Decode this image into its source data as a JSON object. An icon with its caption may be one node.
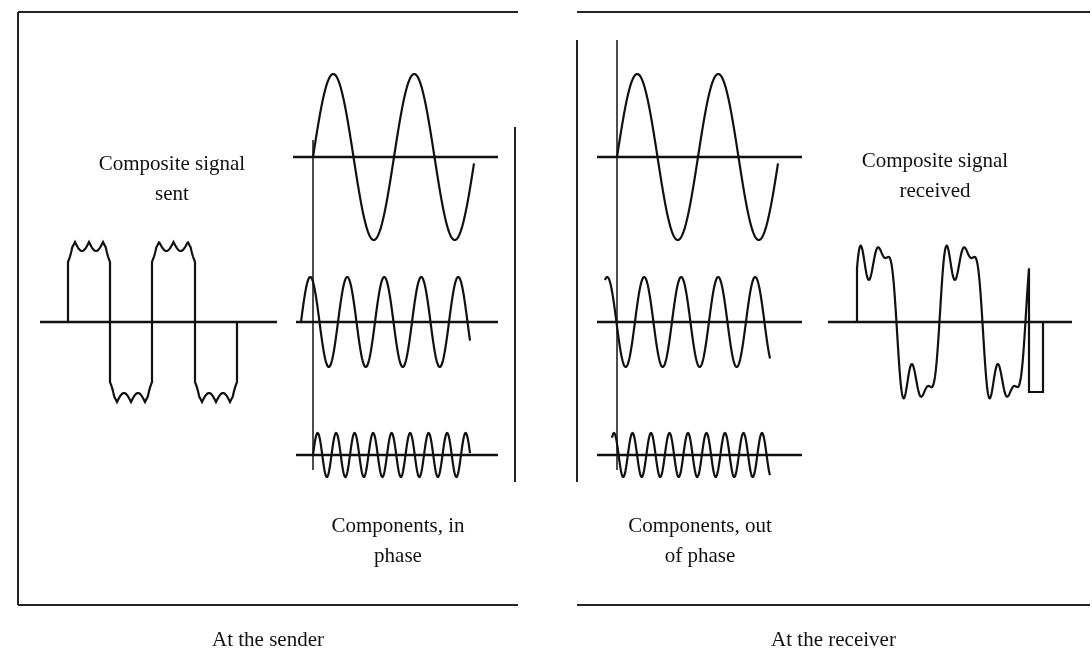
{
  "diagram": {
    "nodes": [
      {
        "text": [
          "At the sender"
        ]
      },
      {
        "text": [
          "At the receiver"
        ]
      }
    ],
    "labels": [
      "Composite signal sent",
      "Components, in phase",
      "Components, out of phase",
      "Composite signal received"
    ]
  }
}
